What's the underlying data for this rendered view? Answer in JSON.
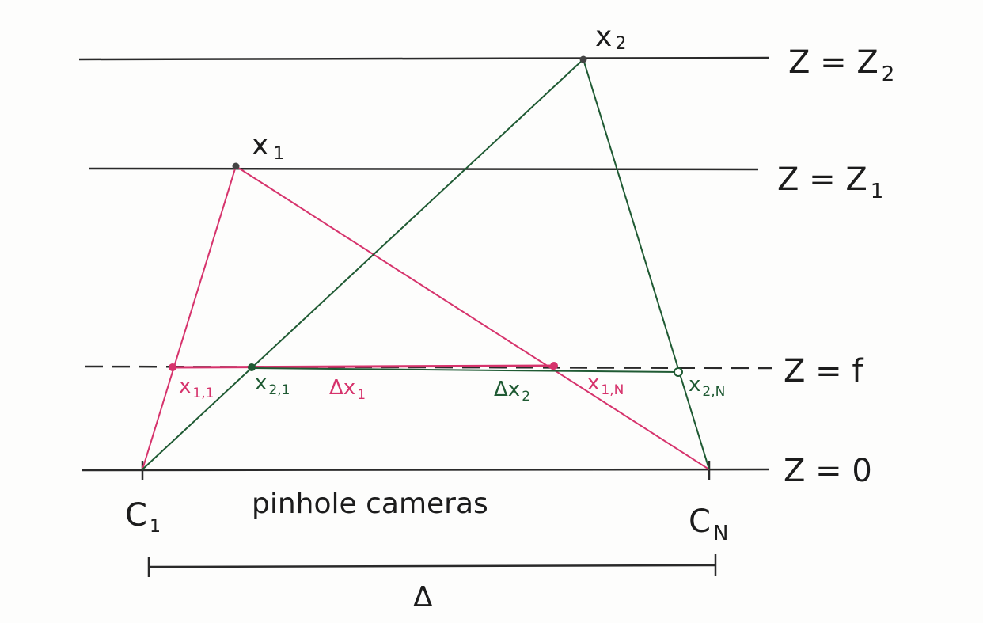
{
  "labels": {
    "x2": "x",
    "x2_sub": "2",
    "x1": "x",
    "x1_sub": "1",
    "plane_z2": "Z = Z",
    "plane_z2_sub": "2",
    "plane_z1": "Z = Z",
    "plane_z1_sub": "1",
    "plane_f": "Z = f",
    "plane_0": "Z = 0",
    "x11": "x",
    "x11_sub": "1,1",
    "x21": "x",
    "x21_sub": "2,1",
    "dx1": "Δx",
    "dx1_sub": "1",
    "dx2": "Δx",
    "dx2_sub": "2",
    "x1N": "x",
    "x1N_sub": "1,N",
    "x2N": "x",
    "x2N_sub": "2,N",
    "c1": "C",
    "c1_sub": "1",
    "cN": "C",
    "cN_sub": "N",
    "cameras": "pinhole cameras",
    "delta": "Δ"
  },
  "colors": {
    "ink": "#1c1c1c",
    "pink": "#d6336c",
    "green": "#1f5a33"
  }
}
